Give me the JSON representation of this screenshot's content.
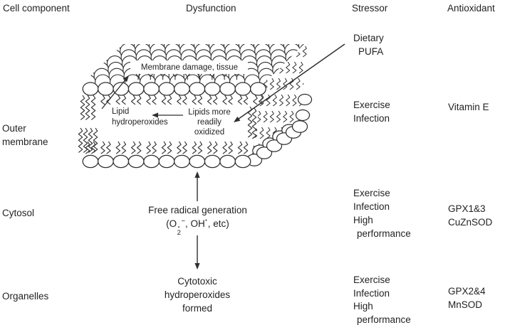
{
  "colors": {
    "ink": "#2f2f2f",
    "text": "#231f20",
    "background": "#ffffff"
  },
  "columns": {
    "cell_component": "Cell component",
    "dysfunction": "Dysfunction",
    "stressor": "Stressor",
    "antioxidant": "Antioxidant"
  },
  "cell_components": [
    {
      "lines": [
        "Outer",
        "membrane"
      ]
    },
    {
      "lines": [
        "Cytosol"
      ]
    },
    {
      "lines": [
        "Organelles"
      ]
    }
  ],
  "membrane": {
    "damage_label": "Membrane damage, tissue",
    "lipid_hydroperoxides": {
      "lines": [
        "Lipid",
        "hydroperoxides"
      ]
    },
    "lipids_oxidized": {
      "lines": [
        "Lipids more",
        "readily",
        "oxidized"
      ]
    }
  },
  "flow": {
    "free_radical": {
      "title": "Free radical generation",
      "formula": {
        "prefix": "(O",
        "radical_dot": "·",
        "subscript_two": "2",
        "superscript_minus": "−",
        "oh": ", OH",
        "oh_radical_dot": "·",
        "suffix": ", etc)"
      }
    },
    "cytotoxic": {
      "lines": [
        "Cytotoxic",
        "hydroperoxides",
        "formed"
      ]
    }
  },
  "stressors": [
    {
      "lines": [
        "Dietary",
        "PUFA"
      ]
    },
    {
      "lines": [
        "Exercise",
        "Infection"
      ]
    },
    {
      "lines": [
        "Exercise",
        "Infection",
        "High",
        "performance"
      ]
    },
    {
      "lines": [
        "Exercise",
        "Infection",
        "High",
        "performance"
      ]
    }
  ],
  "antioxidants": [
    {
      "lines": [
        "Vitamin E"
      ]
    },
    {
      "lines": [
        "GPX1&3",
        "CuZnSOD"
      ]
    },
    {
      "lines": [
        "GPX2&4",
        "MnSOD"
      ]
    }
  ]
}
